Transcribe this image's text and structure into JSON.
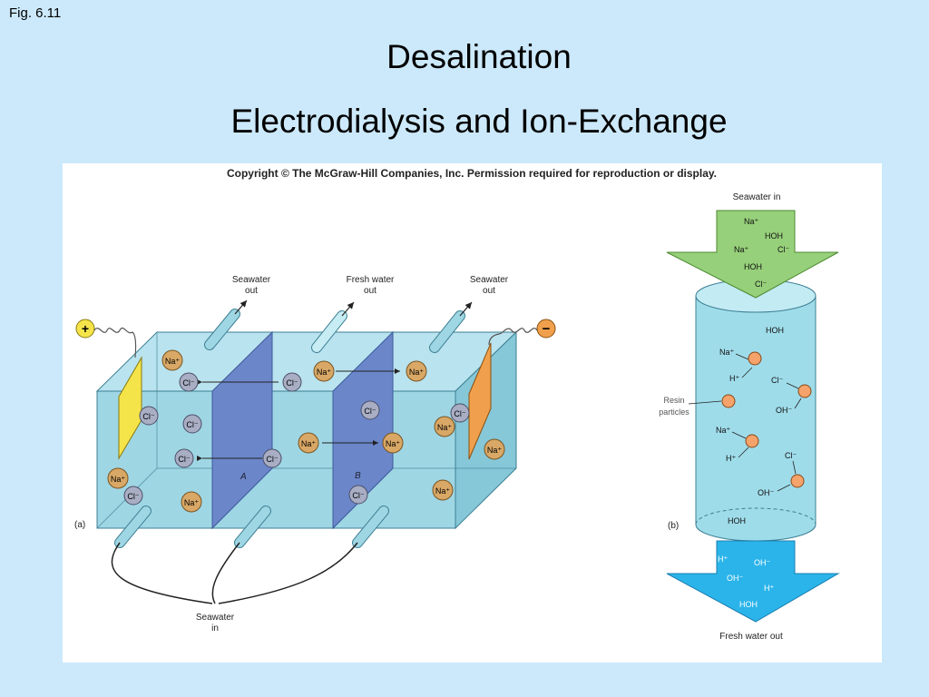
{
  "fig_label": "Fig. 6.11",
  "title": "Desalination",
  "subtitle": "Electrodialysis and Ion-Exchange",
  "copyright": "Copyright © The McGraw-Hill Companies, Inc. Permission required for reproduction or display.",
  "panel_a": {
    "label": "(a)",
    "seawater_out_left": [
      "Seawater",
      "out"
    ],
    "fresh_water_out": [
      "Fresh water",
      "out"
    ],
    "seawater_out_right": [
      "Seawater",
      "out"
    ],
    "seawater_in": [
      "Seawater",
      "in"
    ],
    "membrane_a": "A",
    "membrane_b": "B",
    "plus": "+",
    "minus": "−",
    "na": "Na⁺",
    "cl": "Cl⁻"
  },
  "panel_b": {
    "label": "(b)",
    "seawater_in": "Seawater in",
    "fresh_water_out": "Fresh water out",
    "resin": [
      "Resin",
      "particles"
    ],
    "inflow_ions": [
      "Na⁺",
      "HOH",
      "Na⁺",
      "Cl⁻",
      "HOH",
      "Cl⁻"
    ],
    "column": {
      "hoh_top": "HOH",
      "na1": "Na⁺",
      "h1": "H⁺",
      "cl1": "Cl⁻",
      "oh1": "OH⁻",
      "na2": "Na⁺",
      "h2": "H⁺",
      "cl2": "Cl⁻",
      "oh2": "OH⁻",
      "hoh_bottom": "HOH"
    },
    "outflow_ions": [
      "H⁺",
      "OH⁻",
      "OH⁻",
      "H⁺",
      "HOH"
    ]
  },
  "colors": {
    "background": "#cce9fb",
    "tank": "#9fd6e4",
    "membrane": "#6b86c9",
    "anode": "#f4e44a",
    "cathode": "#f0a04c",
    "ion": "#d9a866",
    "chloride": "#a9aec4",
    "resin": "#f5a26b",
    "column": "#9fdcea",
    "in_arrow": "#97d07a",
    "out_arrow": "#2bb4ea"
  }
}
